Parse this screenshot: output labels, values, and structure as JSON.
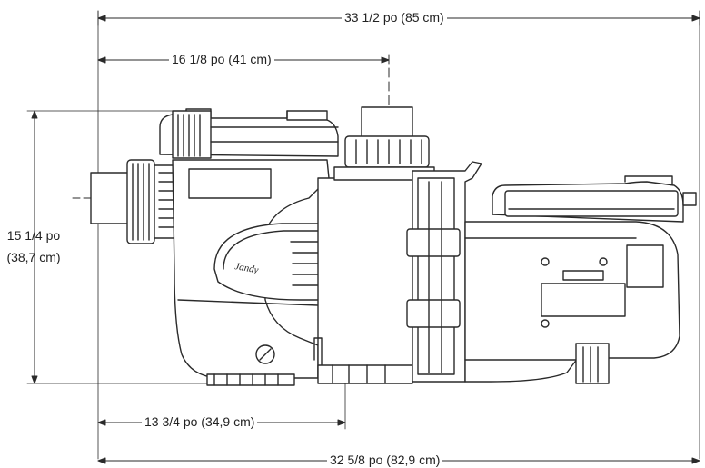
{
  "dimensions": {
    "overall_length": "33 1/2 po (85 cm)",
    "inlet_to_outlet": "16 1/8 po (41 cm)",
    "height_line1": "15 1/4 po",
    "height_line2": "(38,7 cm)",
    "base_to_outlet": "13 3/4 po (34,9 cm)",
    "base_length": "32 5/8 po (82,9 cm)"
  },
  "brand_mark": "Jandy",
  "colors": {
    "line": "#2a2a2a",
    "fill": "#ffffff",
    "shade": "#d9d9d9"
  }
}
